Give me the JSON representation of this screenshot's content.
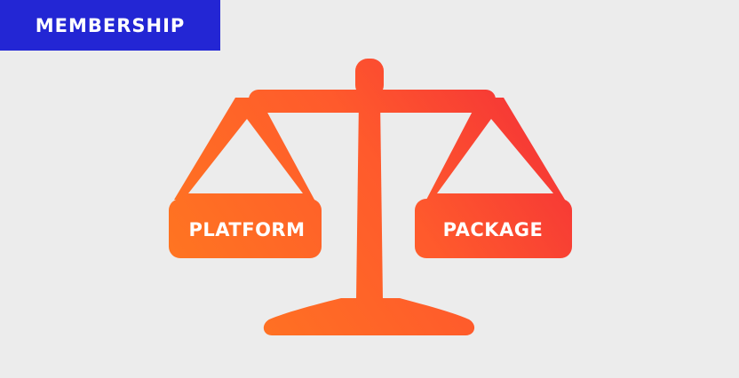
{
  "banner": {
    "label": "MEMBERSHIP",
    "color": "#2326d4"
  },
  "scale": {
    "icon": "balance-scale-icon",
    "left_pan_label": "PLATFORM",
    "right_pan_label": "PACKAGE",
    "gradient_start": "#ff7a1f",
    "gradient_end": "#f2293a"
  }
}
